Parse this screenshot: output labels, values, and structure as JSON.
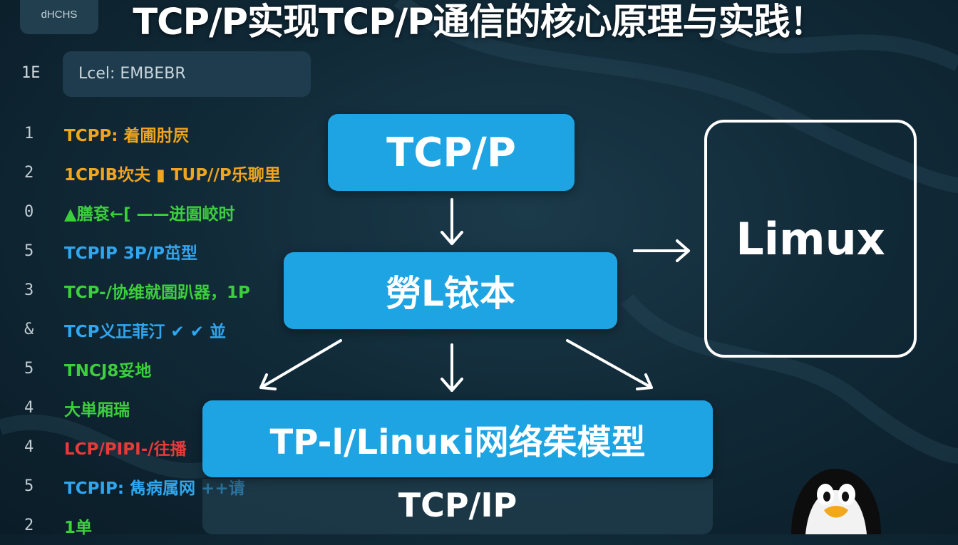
{
  "header": {
    "tab_label": "dHCHS",
    "title": "TCP/P实现TCP/P通信的核心原理与实践！"
  },
  "sidebar": {
    "top_line_number": "1E",
    "label_box_text": "Lcel: EMBEBR",
    "code_lines": [
      {
        "num": "1",
        "text": "TCPP: 着圃肘屄",
        "color": "#f0a51c"
      },
      {
        "num": "2",
        "text": "1CPlB坎夫 ▮ TUP//P乐聊里",
        "color": "#f0a51c"
      },
      {
        "num": "0",
        "text": "▲膳袞←[ ——迸圄峧时",
        "color": "#3ccf3c"
      },
      {
        "num": "5",
        "text": "TCPIP 3P/P茁型",
        "color": "#2fa6f0"
      },
      {
        "num": "3",
        "text": "TCP-/协维就圄趴器，1P",
        "color": "#3ccf3c"
      },
      {
        "num": "&",
        "text": "TCP义正菲汀 ✔ ✔ 並",
        "color": "#2fa6f0"
      },
      {
        "num": "5",
        "text": "TNCJ8妥地",
        "color": "#3ccf3c"
      },
      {
        "num": "4",
        "text": "大単厢瑞",
        "color": "#3ccf3c"
      },
      {
        "num": "4",
        "text": "LCP/PIPI-/往播",
        "color": "#e83a3a"
      },
      {
        "num": "5",
        "text": "TCPIP: 雋病属网 ++请",
        "color": "#2fa6f0"
      },
      {
        "num": "2",
        "text": "1单",
        "color": "#3ccf3c"
      }
    ]
  },
  "diagram": {
    "top_box": "TCP/P",
    "middle_box": "勞L铱本",
    "bottom_box": "TP-l/Linuκi网络茱模型",
    "bottom_caption": "TCP/IP",
    "right_box": "Limux"
  },
  "colors": {
    "box_fill": "#1ea4e2",
    "background": "#112a38",
    "text": "#ffffff"
  },
  "icons": {
    "mascot": "penguin-icon",
    "arrows": "arrow-icon"
  }
}
